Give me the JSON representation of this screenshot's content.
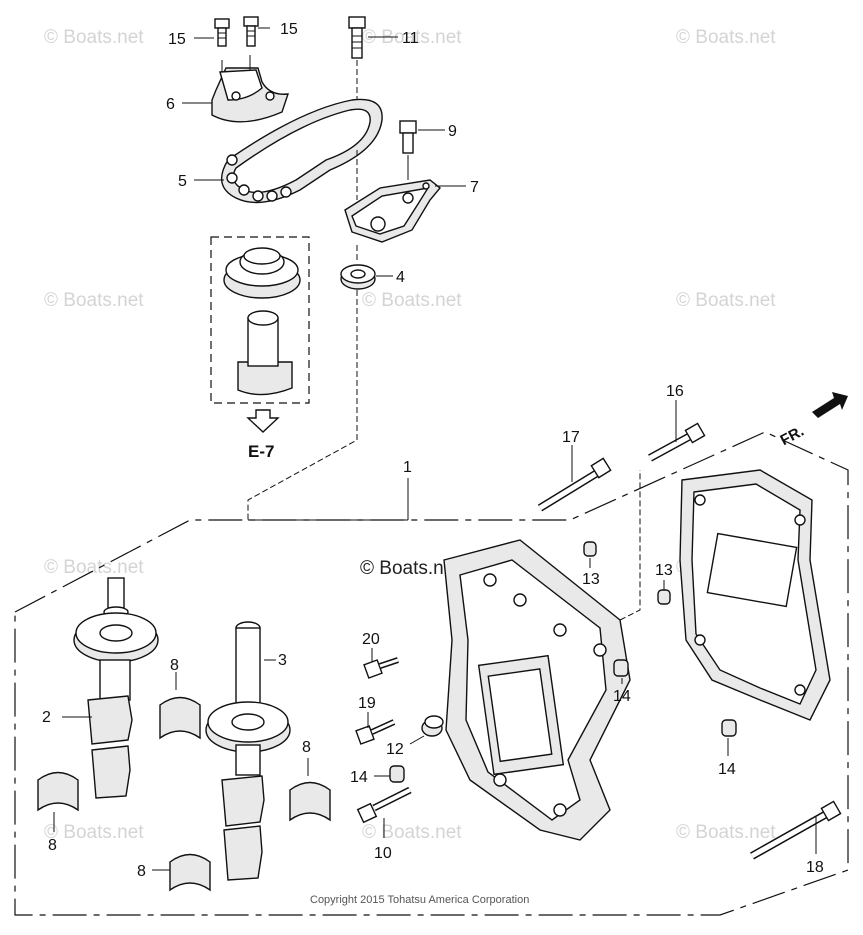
{
  "watermark": {
    "text": "© Boats.net",
    "highlight_text": "© Boats.net"
  },
  "copyright": "Copyright 2015 Tohatsu America Corporation",
  "reference": {
    "label": "E-7",
    "arrow_icon": "hollow-down-arrow-icon"
  },
  "orientation": {
    "label": "FR.",
    "arrow_icon": "solid-arrow-icon"
  },
  "callouts": {
    "c1": "1",
    "c2": "2",
    "c3": "3",
    "c4": "4",
    "c5": "5",
    "c6": "6",
    "c7": "7",
    "c8a": "8",
    "c8b": "8",
    "c8c": "8",
    "c8d": "8",
    "c9": "9",
    "c10": "10",
    "c11": "11",
    "c12": "12",
    "c13a": "13",
    "c13b": "13",
    "c14a": "14",
    "c14b": "14",
    "c14c": "14",
    "c15a": "15",
    "c15b": "15",
    "c16": "16",
    "c17": "17",
    "c18": "18",
    "c19": "19",
    "c20": "20"
  }
}
